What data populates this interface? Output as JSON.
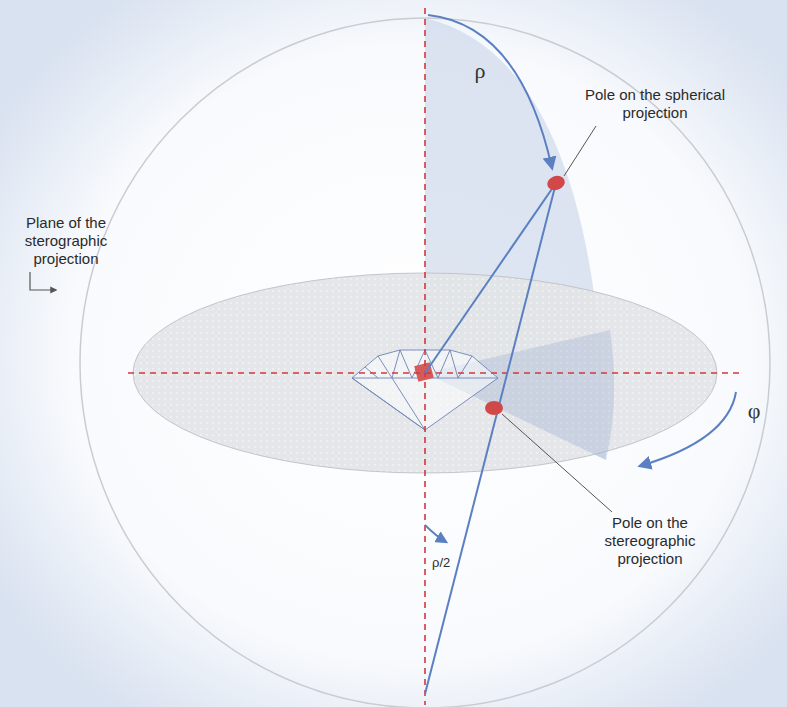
{
  "diagram": {
    "labels": [
      "ρ",
      "Pole on the spherical projection",
      "Plane of the sterographic projection",
      "φ",
      "Pole on the stereographic projection",
      "ρ/2"
    ]
  }
}
